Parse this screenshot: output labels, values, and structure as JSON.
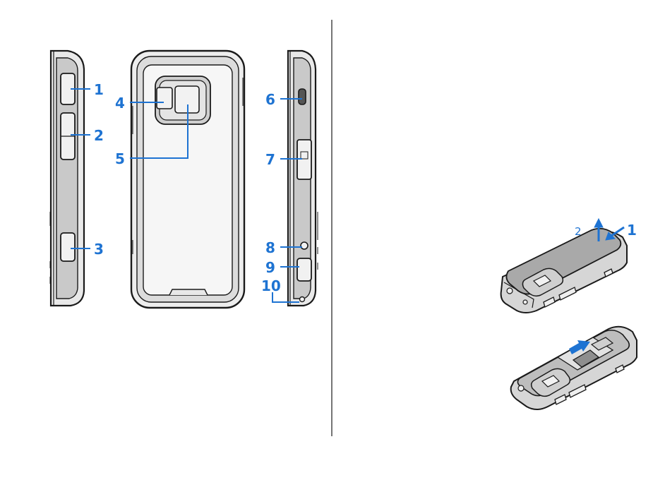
{
  "colors": {
    "callout": "#1e73d2",
    "outline": "#1a1a1a",
    "body_light": "#f4f4f4",
    "body_mid": "#d9d9d9",
    "body_dark": "#9a9a9a",
    "arrow": "#1e73d2"
  },
  "callouts": {
    "c1": "1",
    "c2": "2",
    "c3": "3",
    "c4": "4",
    "c5": "5",
    "c6": "6",
    "c7": "7",
    "c8": "8",
    "c9": "9",
    "c10": "10"
  },
  "steps": {
    "step1": "1",
    "step2": "2"
  }
}
